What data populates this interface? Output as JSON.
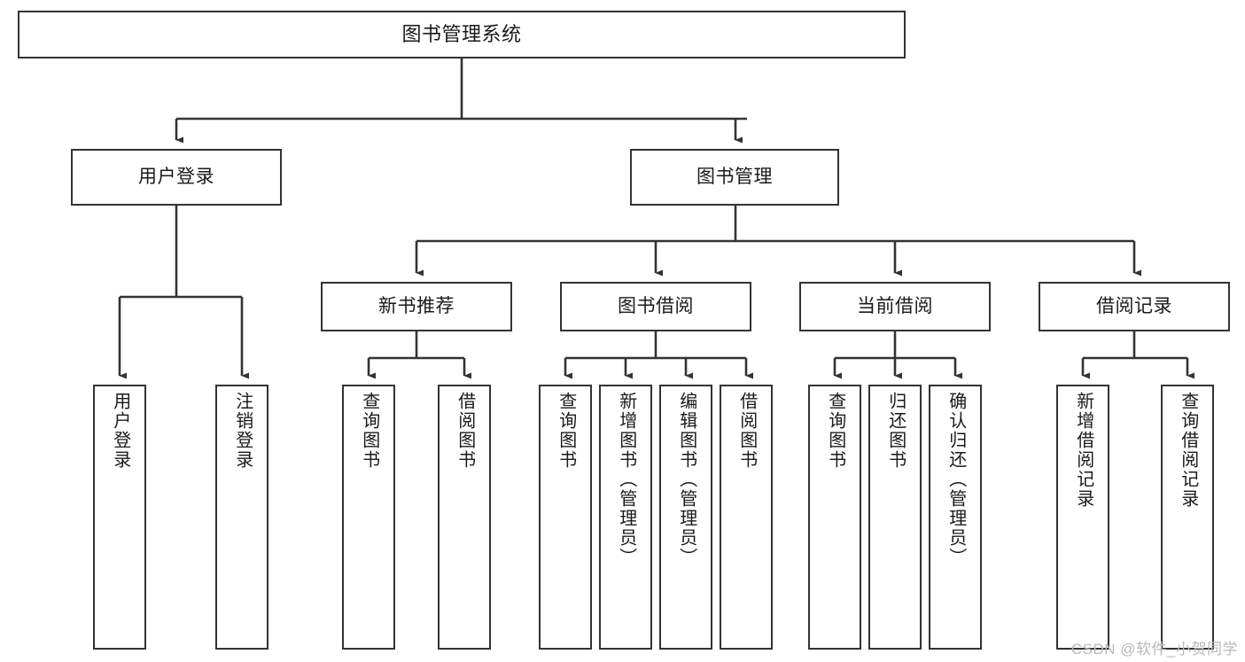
{
  "diagram": {
    "kind": "tree-hierarchy-chart",
    "title_node": {
      "id": "root",
      "label": "图书管理系统"
    },
    "colors": {
      "box_border": "#333333",
      "box_fill": "#ffffff",
      "connector": "#333333",
      "text": "#1a1a1a",
      "watermark": "#b9b9b9",
      "page_background": "#ffffff"
    },
    "level2": [
      {
        "id": "user-login",
        "label": "用户登录"
      },
      {
        "id": "book-manage",
        "label": "图书管理"
      }
    ],
    "level3": [
      {
        "id": "new-book-rec",
        "label": "新书推荐"
      },
      {
        "id": "book-borrow",
        "label": "图书借阅"
      },
      {
        "id": "current-borrow",
        "label": "当前借阅"
      },
      {
        "id": "borrow-record",
        "label": "借阅记录"
      }
    ],
    "leaves": {
      "user_login": [
        {
          "id": "leaf-user-login",
          "label": "用户登录"
        },
        {
          "id": "leaf-logout",
          "label": "注销登录"
        }
      ],
      "new_book_rec": [
        {
          "id": "leaf-query-book-1",
          "label": "查询图书"
        },
        {
          "id": "leaf-borrow-book-1",
          "label": "借阅图书"
        }
      ],
      "book_borrow": [
        {
          "id": "leaf-query-book-2",
          "label": "查询图书"
        },
        {
          "id": "leaf-add-book",
          "label": "新增图书（管理员）"
        },
        {
          "id": "leaf-edit-book",
          "label": "编辑图书（管理员）"
        },
        {
          "id": "leaf-borrow-book-2",
          "label": "借阅图书"
        }
      ],
      "current_borrow": [
        {
          "id": "leaf-query-book-3",
          "label": "查询图书"
        },
        {
          "id": "leaf-return-book",
          "label": "归还图书"
        },
        {
          "id": "leaf-confirm-return",
          "label": "确认归还（管理员）"
        }
      ],
      "borrow_record": [
        {
          "id": "leaf-add-record",
          "label": "新增借阅记录"
        },
        {
          "id": "leaf-query-record",
          "label": "查询借阅记录"
        }
      ]
    }
  },
  "watermark": {
    "text": "CSDN @软件_小贺同学"
  }
}
